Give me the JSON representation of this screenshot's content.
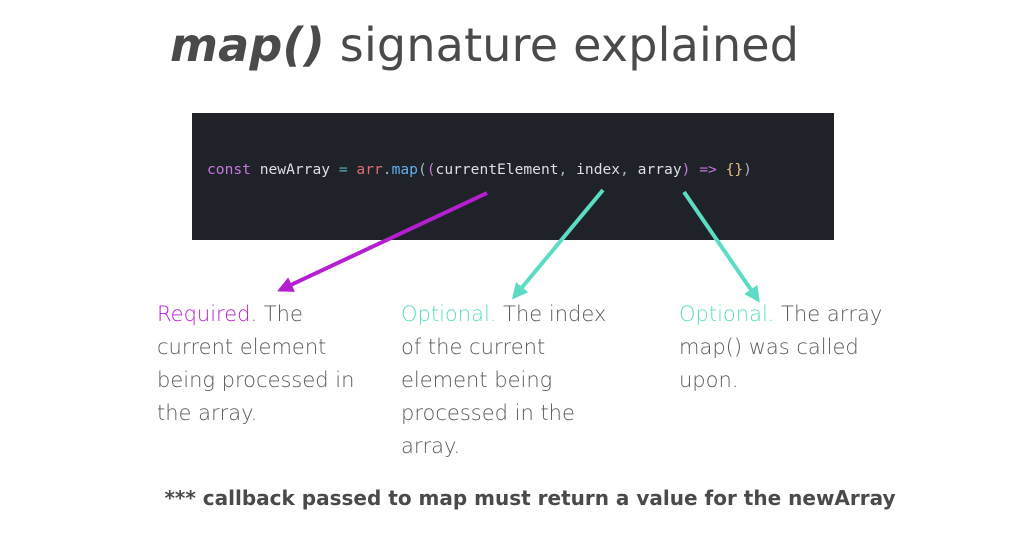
{
  "title": {
    "function": "map()",
    "rest": " signature explained"
  },
  "code": {
    "kw": "const",
    "var": "newArray",
    "eq": "=",
    "obj": "arr",
    "dot": ".",
    "fn": "map",
    "open_outer": "(",
    "open_inner": "(",
    "param1": "currentElement",
    "comma1": ",",
    "param2": "index",
    "comma2": ",",
    "param3": "array",
    "close_inner": ")",
    "arrow": "=>",
    "braces": "{}",
    "close_outer": ")"
  },
  "descriptions": [
    {
      "label": "Required.",
      "text": " The current element being processed in the array.",
      "label_color": "#b51ed1"
    },
    {
      "label": "Optional.",
      "text": " The index of the current element being processed in the array.",
      "label_color": "#5cdcc3"
    },
    {
      "label": "Optional.",
      "text": " The array map() was called upon.",
      "label_color": "#5cdcc3"
    }
  ],
  "footer": "*** callback passed to map must return a value for the newArray",
  "colors": {
    "required": "#b51ed1",
    "optional": "#5cdcc3",
    "code_bg": "#1f2228"
  }
}
